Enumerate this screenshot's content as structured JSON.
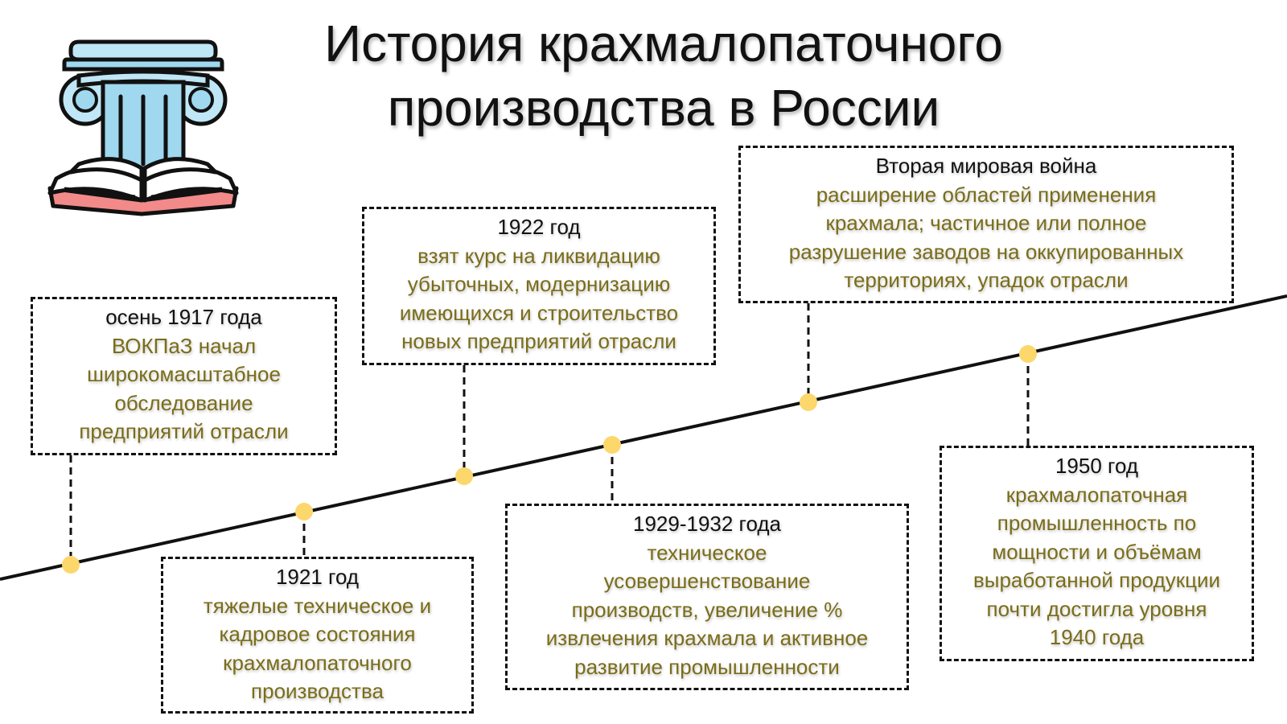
{
  "title": {
    "line1": "История крахмалопаточного",
    "line2": "производства в России"
  },
  "logo": {
    "icon": "column-on-open-book-icon"
  },
  "colors": {
    "description_text": "#7a6d19",
    "date_text": "#111111",
    "marker": "#fcd76b",
    "line": "#111111"
  },
  "events": [
    {
      "date": "осень 1917 года",
      "lines": [
        "ВОКПаЗ начал",
        "широкомасштабное",
        "обследование",
        "предприятий отрасли"
      ]
    },
    {
      "date": "1921 год",
      "lines": [
        "тяжелые техническое и",
        "кадровое состояния",
        "крахмалопаточного",
        "производства"
      ]
    },
    {
      "date": "1922 год",
      "lines": [
        "взят курс на ликвидацию",
        "убыточных, модернизацию",
        "имеющихся и строительство",
        "новых предприятий отрасли"
      ]
    },
    {
      "date": "1929-1932 года",
      "lines": [
        "техническое",
        "усовершенствование",
        "производств, увеличение %",
        "извлечения крахмала и активное",
        "развитие промышленности"
      ]
    },
    {
      "date": "Вторая мировая война",
      "lines": [
        "расширение областей применения",
        "крахмала; частичное или полное",
        "разрушение заводов на оккупированных",
        "территориях, упадок отрасли"
      ]
    },
    {
      "date": "1950 год",
      "lines": [
        "крахмалопаточная",
        "промышленность по",
        "мощности и объёмам",
        "выработанной продукции",
        "почти достигла уровня",
        "1940 года"
      ]
    }
  ]
}
